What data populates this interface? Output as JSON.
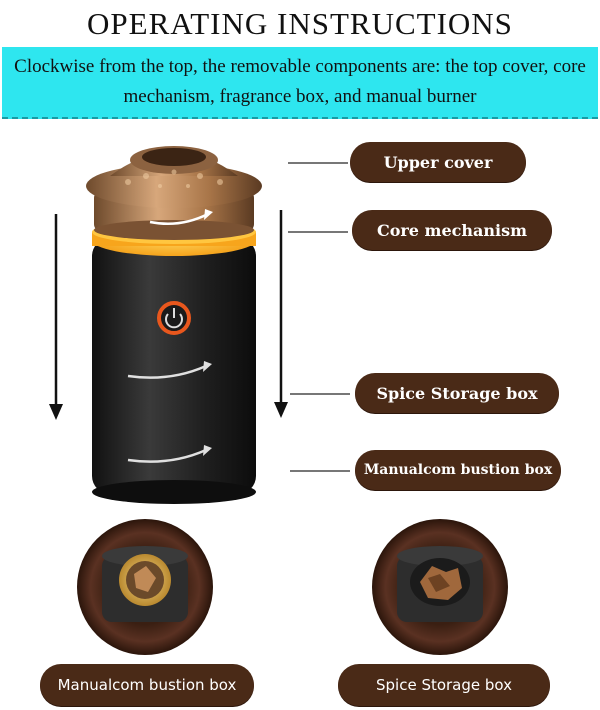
{
  "header": {
    "title": "OPERATING INSTRUCTIONS",
    "intro": "Clockwise from the top, the removable components are: the top cover, core mechanism, fragrance box, and manual burner"
  },
  "labels": {
    "upper_cover": "Upper cover",
    "core_mechanism": "Core mechanism",
    "spice_storage_box": "Spice Storage box",
    "manual_combustion_box": "Manualcom bustion box"
  },
  "bottom_labels": {
    "left": "Manualcom bustion box",
    "right": "Spice Storage box"
  },
  "colors": {
    "accent_cyan": "#2ee6ef",
    "pill_brown": "#4a2a17",
    "body_dark": "#1f1f1f",
    "glow_orange": "#ffb21a",
    "power_ring": "#e8571d"
  },
  "icons": {
    "power": "power-icon",
    "arrows": "rotate-clockwise-arrow"
  }
}
